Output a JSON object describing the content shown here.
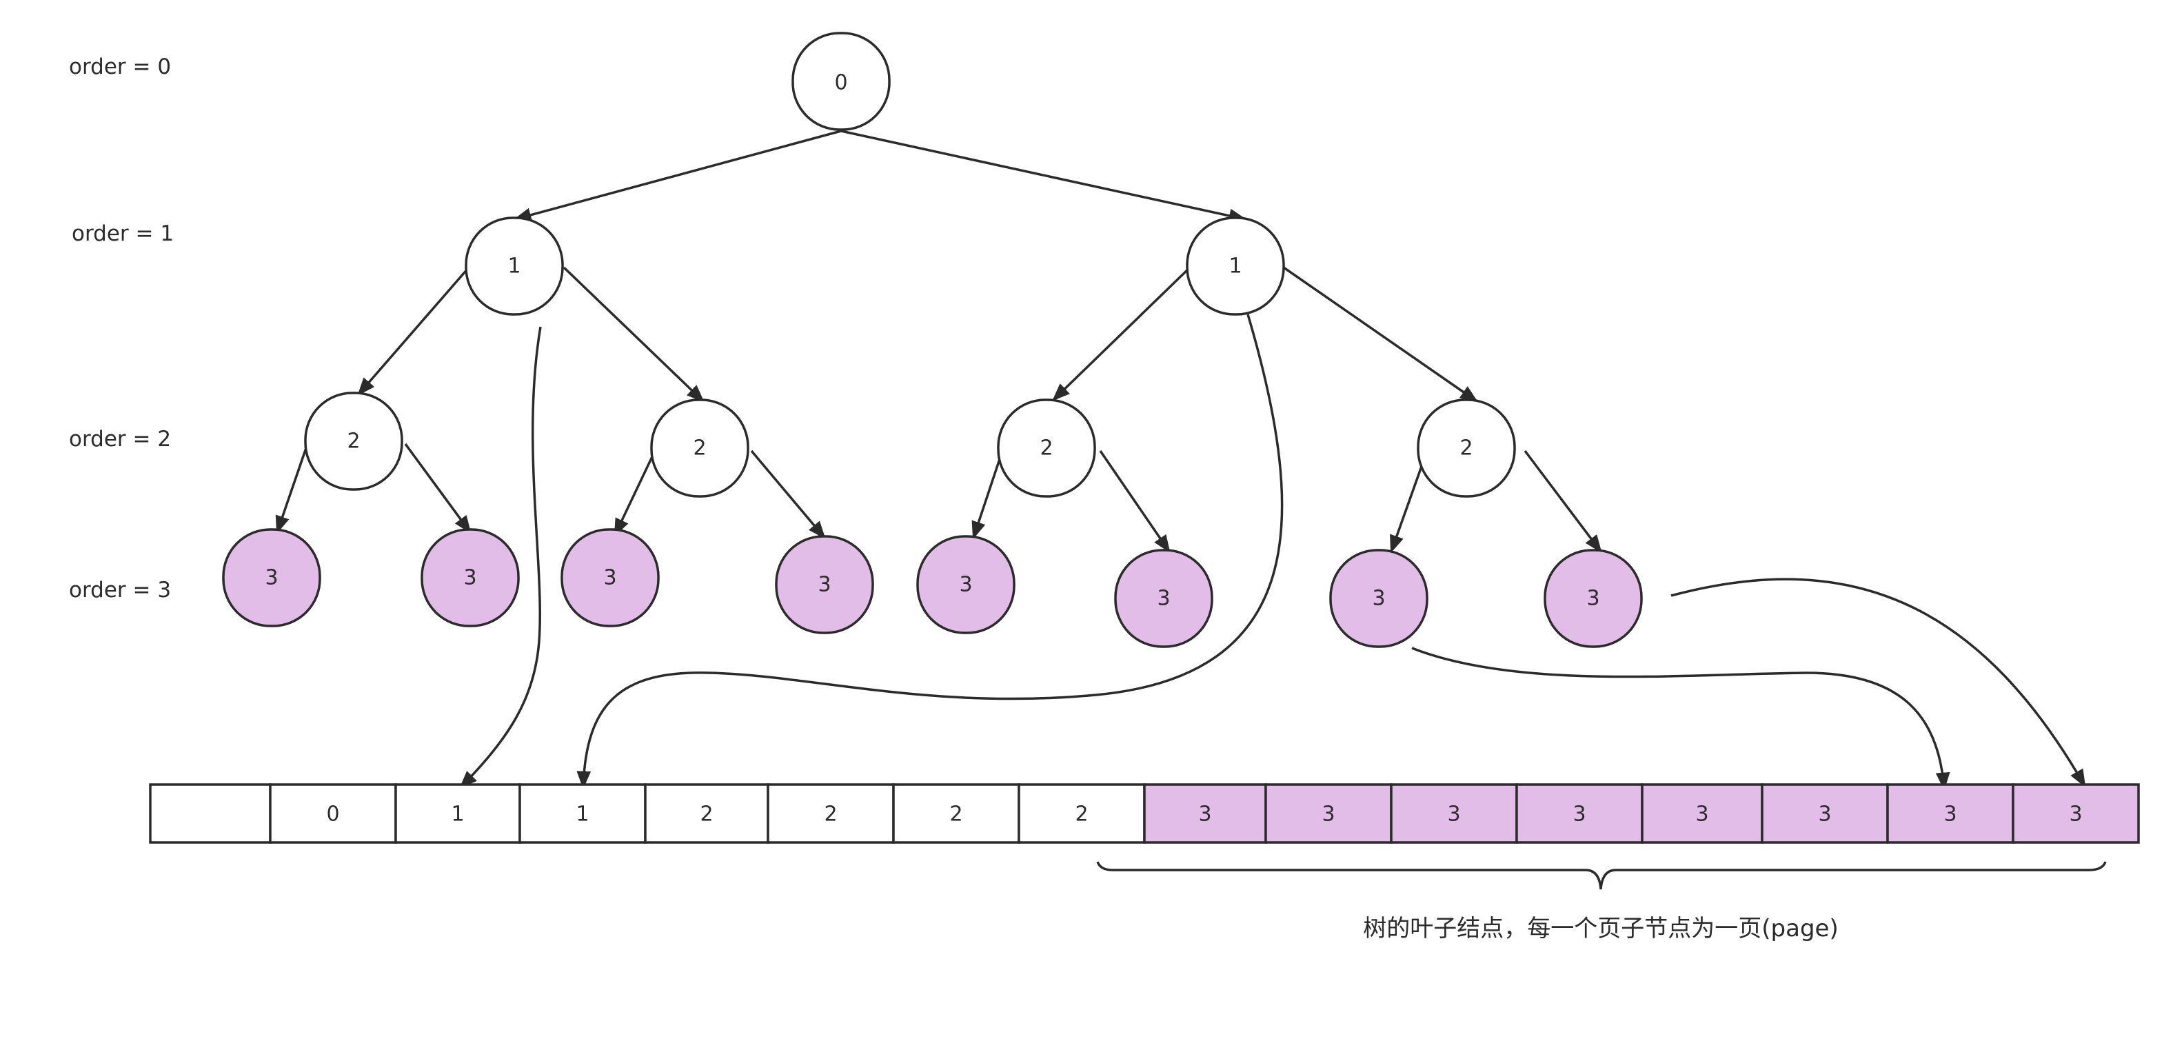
{
  "order_labels": [
    "order = 0",
    "order = 1",
    "order = 2",
    "order = 3"
  ],
  "tree": {
    "root": "0",
    "order1": [
      "1",
      "1"
    ],
    "order2": [
      "2",
      "2",
      "2",
      "2"
    ],
    "order3": [
      "3",
      "3",
      "3",
      "3",
      "3",
      "3",
      "3",
      "3"
    ]
  },
  "array_cells": [
    "",
    "0",
    "1",
    "1",
    "2",
    "2",
    "2",
    "2",
    "3",
    "3",
    "3",
    "3",
    "3",
    "3",
    "3",
    "3"
  ],
  "caption": "树的叶子结点，每一个页子节点为一页(page)",
  "colors": {
    "leaf_fill": "#e2bde8",
    "stroke": "#2b2b2b",
    "background": "#ffffff"
  }
}
